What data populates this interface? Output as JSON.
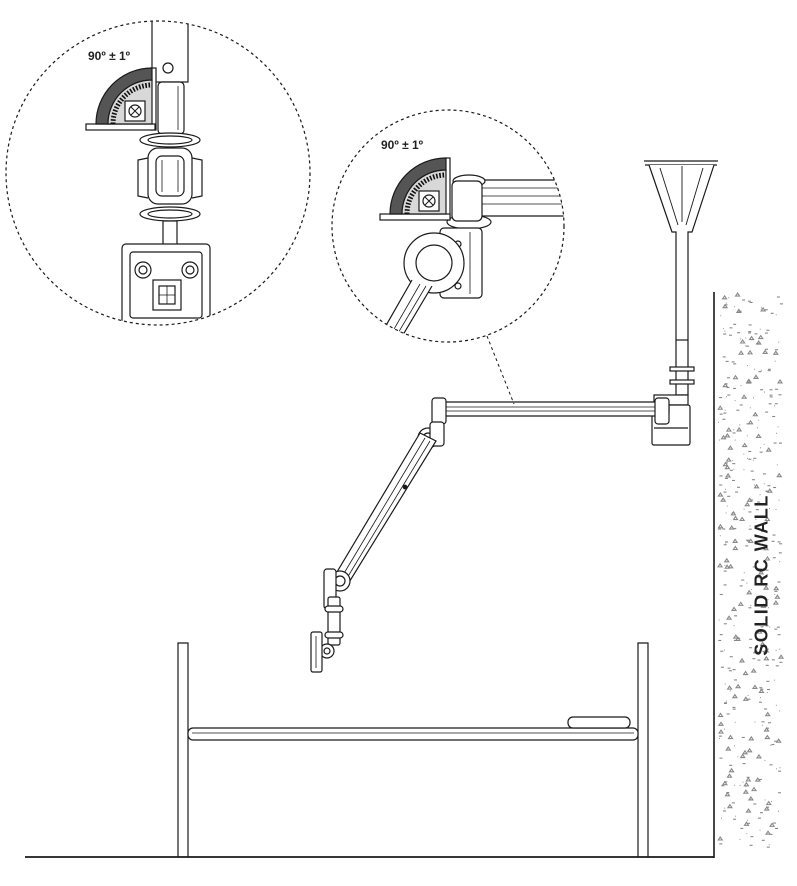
{
  "diagram": {
    "detail_left": {
      "angle_label": "90º ± 1º"
    },
    "detail_right": {
      "angle_label": "90º ± 1º"
    },
    "wall": {
      "label": "SOLID RC WALL"
    }
  },
  "colors": {
    "line": "#1a1a1a",
    "gauge": "#555555",
    "hatch": "#888888",
    "background": "#ffffff"
  }
}
